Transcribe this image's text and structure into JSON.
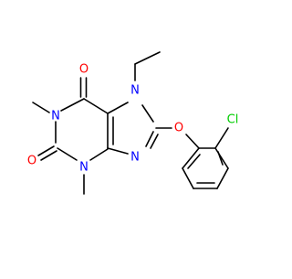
{
  "molecule": {
    "atoms": [
      {
        "id": "o6",
        "label": "O",
        "color": "#ff0000"
      },
      {
        "id": "n1",
        "label": "N",
        "color": "#0000ff"
      },
      {
        "id": "o2",
        "label": "O",
        "color": "#ff0000"
      },
      {
        "id": "n3",
        "label": "N",
        "color": "#0000ff"
      },
      {
        "id": "n7",
        "label": "N",
        "color": "#0000ff"
      },
      {
        "id": "n9",
        "label": "N",
        "color": "#0000ff"
      },
      {
        "id": "o8",
        "label": "O",
        "color": "#ff0000"
      },
      {
        "id": "cl",
        "label": "Cl",
        "color": "#00cc00"
      }
    ],
    "bond_color": "#000000"
  }
}
